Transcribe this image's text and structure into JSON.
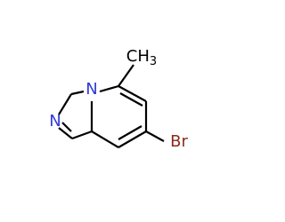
{
  "molecule": {
    "atoms": {
      "methyl": {
        "text": "CH3",
        "color": "#000000"
      },
      "ring_nitrogen_bridge": {
        "text": "N",
        "color": "#2e3bd8"
      },
      "ring_nitrogen_imine": {
        "text": "N",
        "color": "#2e3bd8"
      },
      "bromine": {
        "text": "Br",
        "color": "#8b2a1e"
      }
    },
    "bond_color": "#000000"
  }
}
